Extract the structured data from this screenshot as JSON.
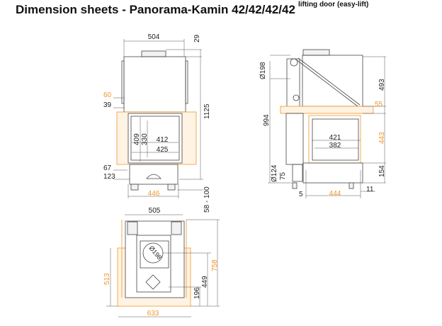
{
  "title": "Dimension sheets - Panorama-Kamin 42/42/42/42",
  "subtitle": "lifting door (easy-lift)",
  "colors": {
    "accent": "#f0962a",
    "line": "#444444"
  },
  "front_view": {
    "width_top": "504",
    "flue_height": "29",
    "total_height": "1125",
    "foot_adjust": "58 - 100",
    "dim_60": "60",
    "dim_39": "39",
    "glass_height": "409",
    "opening_height": "330",
    "opening_width": "412",
    "glass_width": "425",
    "dim_67": "67",
    "dim_123": "123",
    "base_width": "446"
  },
  "side_view": {
    "flue_diameter": "Ø198",
    "height_994": "994",
    "height_493": "493",
    "dim_55": "55",
    "height_443": "443",
    "width_421": "421",
    "width_382": "382",
    "height_154": "154",
    "air_diameter": "Ø124",
    "dim_75": "75",
    "dim_5": "5",
    "depth_444": "444",
    "dim_11": "11"
  },
  "plan_view": {
    "width_505": "505",
    "width_633": "633",
    "depth_513": "513",
    "depth_449": "449",
    "depth_758": "758",
    "dim_196": "196",
    "flue_diameter": "Ø198"
  }
}
